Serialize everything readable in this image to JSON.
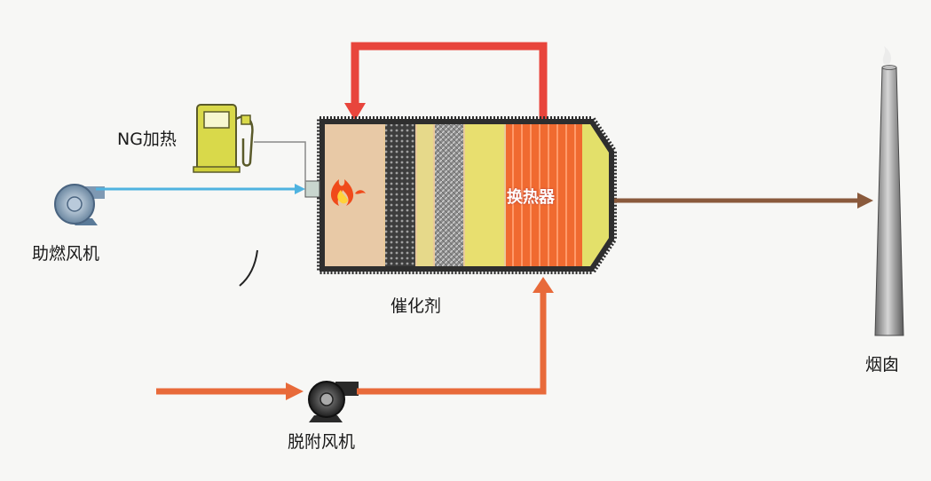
{
  "labels": {
    "ng_heating": "NG加热",
    "combustion_fan": "助燃风机",
    "catalyst": "催化剂",
    "heat_exchanger": "换热器",
    "desorption_fan": "脱附风机",
    "chimney": "烟囱"
  },
  "colors": {
    "hot_gas": "#e8453c",
    "desorption_gas": "#e86a3a",
    "air_line": "#4fb3e0",
    "exhaust": "#8a5a3c",
    "reactor_shell": "#3a3a3a",
    "fuel_pump": "#d9d94a"
  },
  "icons": {
    "fuel": "fuel-pump-icon",
    "fan": "fan-icon",
    "flame": "flame-icon"
  }
}
